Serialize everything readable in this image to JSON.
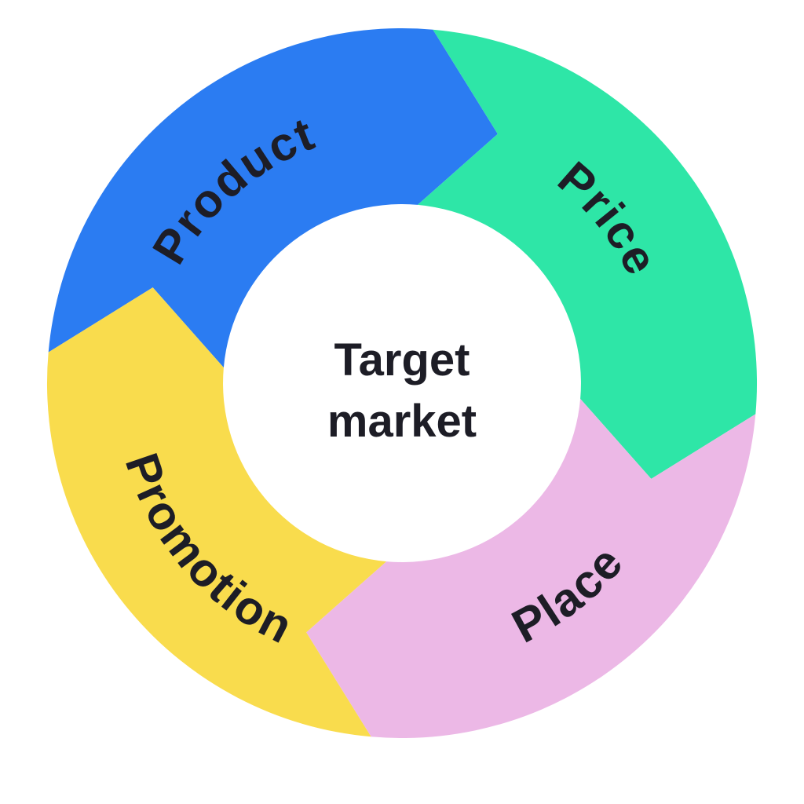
{
  "diagram": {
    "type": "cycle-donut",
    "background": "#ffffff",
    "text_color": "#1d1d26",
    "center": {
      "lines": [
        "Target",
        "market"
      ]
    },
    "segments": [
      {
        "label": "Product",
        "color": "#2b7cf2",
        "position": "top-left"
      },
      {
        "label": "Price",
        "color": "#2ee6a7",
        "position": "top-right"
      },
      {
        "label": "Place",
        "color": "#ecb8e6",
        "position": "bottom-right"
      },
      {
        "label": "Promotion",
        "color": "#f9dc4d",
        "position": "bottom-left"
      }
    ]
  }
}
